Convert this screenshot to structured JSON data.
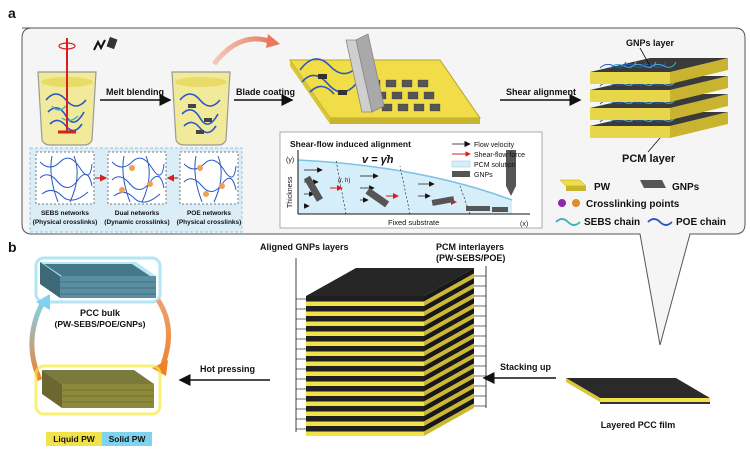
{
  "panel_a": {
    "label": "a",
    "arrows": {
      "melt": "Melt blending",
      "blade": "Blade coating",
      "shear": "Shear alignment"
    },
    "networks": [
      {
        "line1": "SEBS networks",
        "line2": "(Physical crosslinks)"
      },
      {
        "line1": "Dual networks",
        "line2": "(Dynamic crosslinks)"
      },
      {
        "line1": "POE networks",
        "line2": "(Physical crosslinks)"
      }
    ],
    "shear_flow": {
      "title": "Shear-flow induced alignment",
      "equation": "v = γ̇h",
      "axis_y": "(y)",
      "axis_x": "(x)",
      "thickness": "Thickness",
      "substrate": "Fixed substrate",
      "point": "(r, h)",
      "legend": [
        "Flow velocity",
        "Shear-flow force",
        "PCM solution",
        "GNPs"
      ]
    },
    "gnps_layer": "GNPs layer",
    "pcm_layer": "PCM layer",
    "key": {
      "pw": "PW",
      "gnps": "GNPs",
      "crosslink": "Crosslinking points",
      "sebs": "SEBS",
      "sebs_chain": "chain",
      "poe_chain": "POE chain"
    }
  },
  "panel_b": {
    "label": "b",
    "aligned": "Aligned GNPs layers",
    "pcm_interlayers_1": "PCM interlayers",
    "pcm_interlayers_2": "(PW-SEBS/POE)",
    "pcc_bulk_1": "PCC bulk",
    "pcc_bulk_2": "(PW-SEBS/POE/GNPs)",
    "hot_pressing": "Hot pressing",
    "stacking": "Stacking up",
    "layered_film": "Layered PCC film",
    "liquid_pw": "Liquid PW",
    "solid_pw": "Solid PW"
  },
  "colors": {
    "yellow": "#f2e24a",
    "dark_layer": "#2a2a2a",
    "cyan": "#7ed4ee",
    "panel_bg": "#f5f5f5"
  }
}
